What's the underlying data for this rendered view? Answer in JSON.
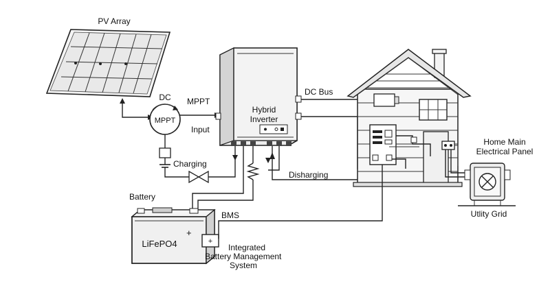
{
  "labels": {
    "pv_array": "PV Array",
    "dc": "DC",
    "mppt_circle": "MPPT",
    "mppt": "MPPT",
    "input": "Input",
    "inverter_line1": "Hybrid",
    "inverter_line2": "Inverter",
    "dc_bus": "DC Bus",
    "charging": "Charging",
    "disharging": "Disharging",
    "battery": "Battery",
    "battery_chem": "LiFePO4",
    "plus": "+",
    "bms": "BMS",
    "bms_line1": "Integrated",
    "bms_line2": "Battery Management",
    "bms_line3": "System",
    "home_panel_line1": "Home Main",
    "home_panel_line2": "Electrical Panel",
    "utility_grid": "Utlity Grid"
  },
  "colors": {
    "stroke": "#222222",
    "fill_light": "#f2f2f2",
    "fill_mid": "#dcdcdc",
    "text": "#111111"
  }
}
